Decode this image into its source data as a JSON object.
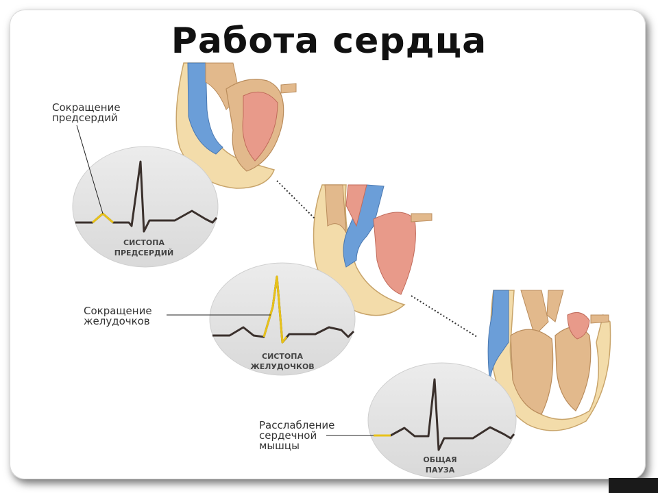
{
  "title": "Работа сердца",
  "phases": [
    {
      "label_line1": "Сокращение",
      "label_line2": "предсердий",
      "caption_line1": "СИСТОПА",
      "caption_line2": "ПРЕДСЕРДИЙ"
    },
    {
      "label_line1": "Сокращение",
      "label_line2": "желудочков",
      "caption_line1": "СИСТОПА",
      "caption_line2": "ЖЕЛУДОЧКОВ"
    },
    {
      "label_line1": "Расслабление",
      "label_line2": "сердечной",
      "label_line3": "мышцы",
      "caption_line1": "ОБЩАЯ",
      "caption_line2": "ПАУЗА"
    }
  ],
  "colors": {
    "highlight": "#e8c21a",
    "ecg_trace": "#3a302c",
    "ecg_circle": "#e4e4e4",
    "venous": "#6b9ed8",
    "arterial": "#e89a8a",
    "muscle": "#e2b98c"
  }
}
